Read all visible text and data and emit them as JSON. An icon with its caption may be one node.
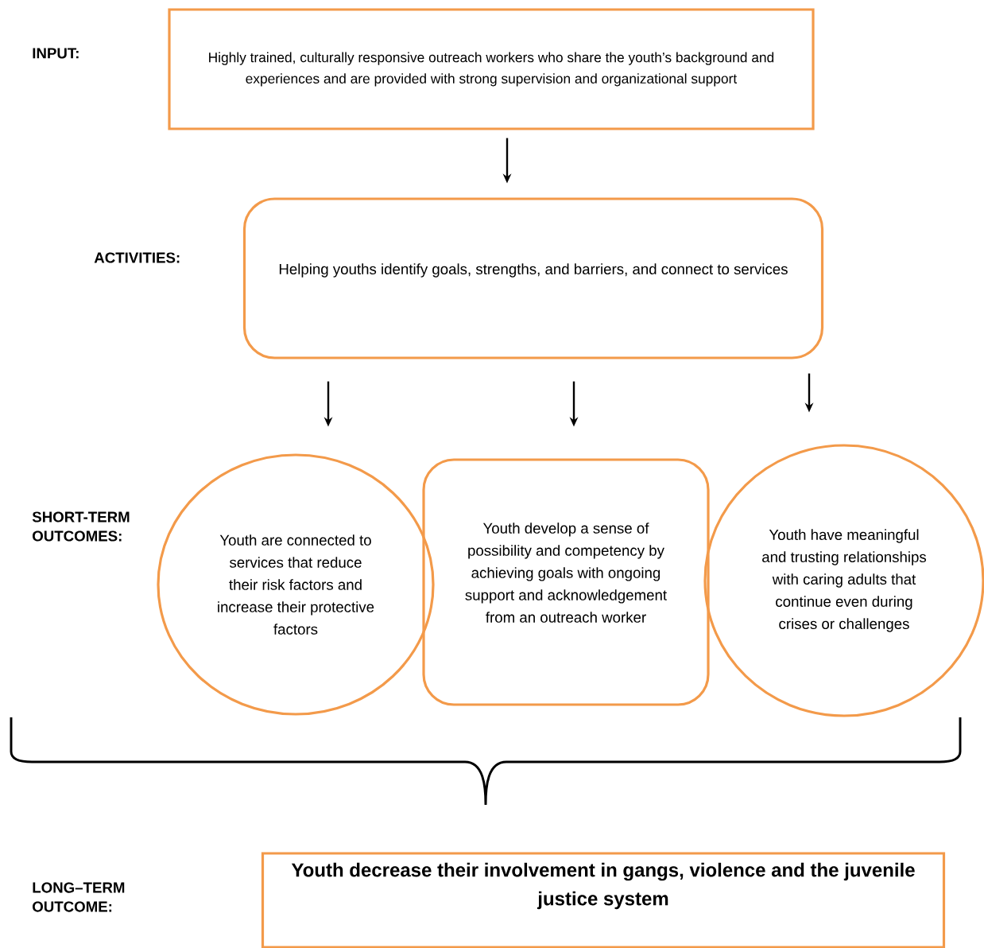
{
  "diagram": {
    "nodes": [
      {
        "text": [
          "Highly trained, culturally responsive outreach workers who share the youth’s background and experiences and are provided with strong supervision and organizational support"
        ]
      },
      {
        "text": [
          "Helping youths identify goals, strengths, and barriers, and connect to services"
        ]
      },
      {
        "text": [
          "Youth are connected to services that reduce their risk factors and increase their protective factors"
        ]
      },
      {
        "text": [
          "Youth develop a sense of possibility and competency by achieving goals with ongoing support and acknowledgement from an outreach worker"
        ]
      },
      {
        "text": [
          "Youth have meaningful and trusting relationships with caring adults that continue even during crises or challenges"
        ]
      },
      {
        "text": [
          "Youth decrease their involvement in gangs, violence and the juvenile justice system"
        ]
      }
    ],
    "edges": [
      {
        "from": 0,
        "to": 1,
        "arrow": "to"
      },
      {
        "from": 1,
        "to": 2,
        "arrow": "to"
      },
      {
        "from": 1,
        "to": 3,
        "arrow": "to"
      },
      {
        "from": 1,
        "to": 4,
        "arrow": "to"
      }
    ],
    "labels": [
      "INPUT:",
      "ACTIVITIES:",
      "SHORT-TERM OUTCOMES:",
      "LONG–TERM OUTCOME:"
    ]
  }
}
